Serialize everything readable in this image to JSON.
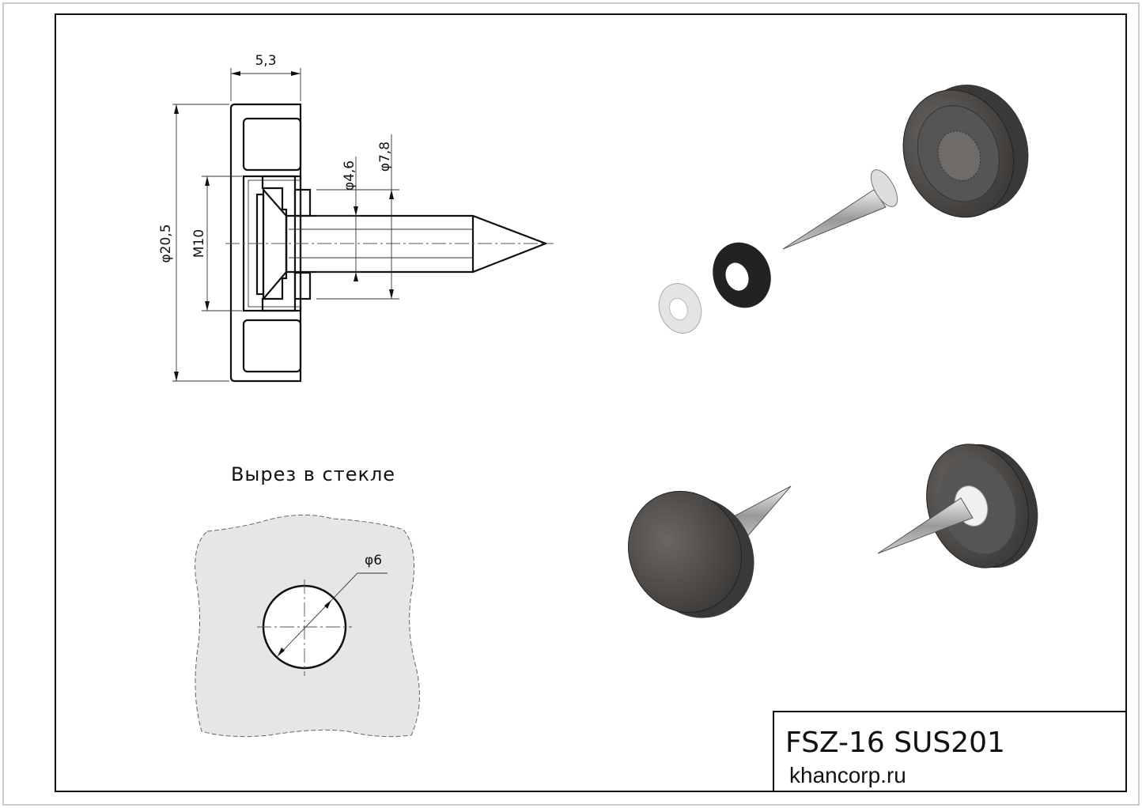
{
  "section_view": {
    "dimensions": {
      "width": "5,3",
      "outer_diameter": "φ20,5",
      "thread": "M10",
      "shank_diameter": "φ4,6",
      "washer_diameter": "φ7,8"
    }
  },
  "glass_cutout": {
    "title": "Вырез в стекле",
    "hole_diameter": "φ6"
  },
  "title_block": {
    "part": "FSZ-16 SUS201",
    "website": "khancorp.ru"
  },
  "colors": {
    "cap": "#4a4745",
    "glass": "#e6e6e6",
    "line": "#111111"
  }
}
